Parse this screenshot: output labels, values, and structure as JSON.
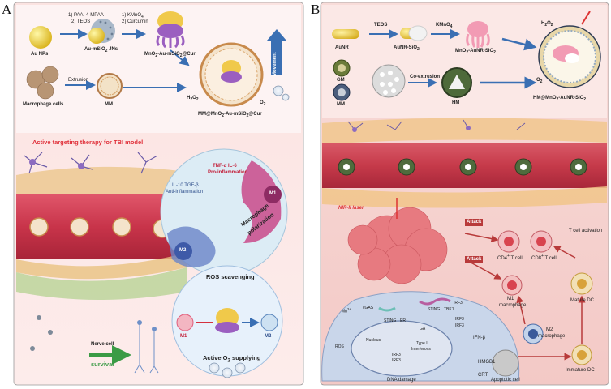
{
  "panelA": {
    "label": "A",
    "au_nps": "Au NPs",
    "step1_line1": "1) PAA, 4-MPAA",
    "step1_line2": "2) TEOS",
    "au_msio2": "Au-mSiO",
    "au_msio2_sub": "2",
    "au_msio2_end": " JNs",
    "step2_line1": "1) KMnO",
    "step2_line1_sub": "4",
    "step2_line2": "2) Curcumin",
    "mno2_cur": "MnO",
    "mno2_cur_sub1": "2",
    "mno2_cur_mid": "-Au-mSiO",
    "mno2_cur_sub2": "2",
    "mno2_cur_end": "@Cur",
    "macrophage": "Macrophage cells",
    "extrusion": "Extrusion",
    "mm": "MM",
    "final": "MM@MnO",
    "final_sub1": "2",
    "final_mid": "-Au-mSiO",
    "final_sub2": "2",
    "final_end": "@Cur",
    "movement": "Movement",
    "h2o2": "H",
    "h2o2_sub1": "2",
    "h2o2_mid": "O",
    "h2o2_sub2": "2",
    "o2": "O",
    "o2_sub": "2",
    "active_title": "Active targeting therapy for TBI model",
    "tnf": "TNF-α IL-6",
    "pro": "Pro-inflammation",
    "il10": "IL-10 TGF-β",
    "anti": "Anti-inflammation",
    "m1": "M1",
    "m2": "M2",
    "polarization_line1": "Macrophage",
    "polarization_line2": "polarization",
    "ros": "ROS scavenging",
    "active_o2": "Active O",
    "active_o2_sub": "2",
    "active_o2_end": " supplying",
    "nerve_line1": "Nerve cell",
    "nerve_line2": "survival",
    "colors": {
      "title_red": "#e0303a",
      "vessel": "#c8344a",
      "arrow": "#3a6fb3",
      "green": "#3b9b45"
    }
  },
  "panelB": {
    "label": "B",
    "teos": "TEOS",
    "kmno4": "KMnO",
    "kmno4_sub": "4",
    "aunr": "AuNR",
    "aunr_sio2": "AuNR-SiO",
    "aunr_sio2_sub": "2",
    "mno2_aunr": "MnO",
    "mno2_aunr_sub": "2",
    "mno2_aunr_end": "-AuNR-SiO",
    "mno2_aunr_sub2": "2",
    "gm": "GM",
    "mm": "MM",
    "coextrusion": "Co-extrusion",
    "hm": "HM",
    "final": "HM@MnO",
    "final_sub": "2",
    "final_end": "-AuNR-SiO",
    "final_sub2": "2",
    "h2o2": "H",
    "h2o2_sub1": "2",
    "h2o2_mid": "O",
    "h2o2_sub2": "2",
    "o2": "O",
    "o2_sub": "2",
    "nir": "NIR-II laser",
    "attack1": "Attack",
    "attack2": "Attack",
    "cd4": "CD4",
    "cd4_sup": "+",
    "cd4_end": " T cell",
    "cd8": "CD8",
    "cd8_sup": "+",
    "cd8_end": " T cell",
    "t_activation": "T cell activation",
    "m1_line1": "M1",
    "m1_line2": "macrophage",
    "m2_line1": "M2",
    "m2_line2": "macrophage",
    "mature_dc": "Mature DC",
    "immature_dc": "Immature DC",
    "apoptotic": "Apoptotic cell",
    "hmgb1": "HMGB1",
    "crt": "CRT",
    "ifnb": "IFN-β",
    "cgas": "cGAS",
    "sting": "STING",
    "sting2": "STING",
    "tbk1": "TBK1",
    "irf3a": "IRF3",
    "irf3b": "IRF3",
    "irf3c": "IRF3",
    "er": "ER",
    "ga": "GA",
    "nucleus": "Nucleus",
    "type1_line1": "Type I",
    "type1_line2": "Interferons",
    "irf3d": "IRF3",
    "irf3e": "IRF3",
    "ros": "ROS",
    "mn": "Mn",
    "mn_sup": "2+",
    "dna": "DNA damage",
    "colors": {
      "bg_top": "#f6d9d6",
      "vessel": "#c63a4a",
      "arrow": "#3a6fb3",
      "tumor": "#e77a80"
    }
  }
}
